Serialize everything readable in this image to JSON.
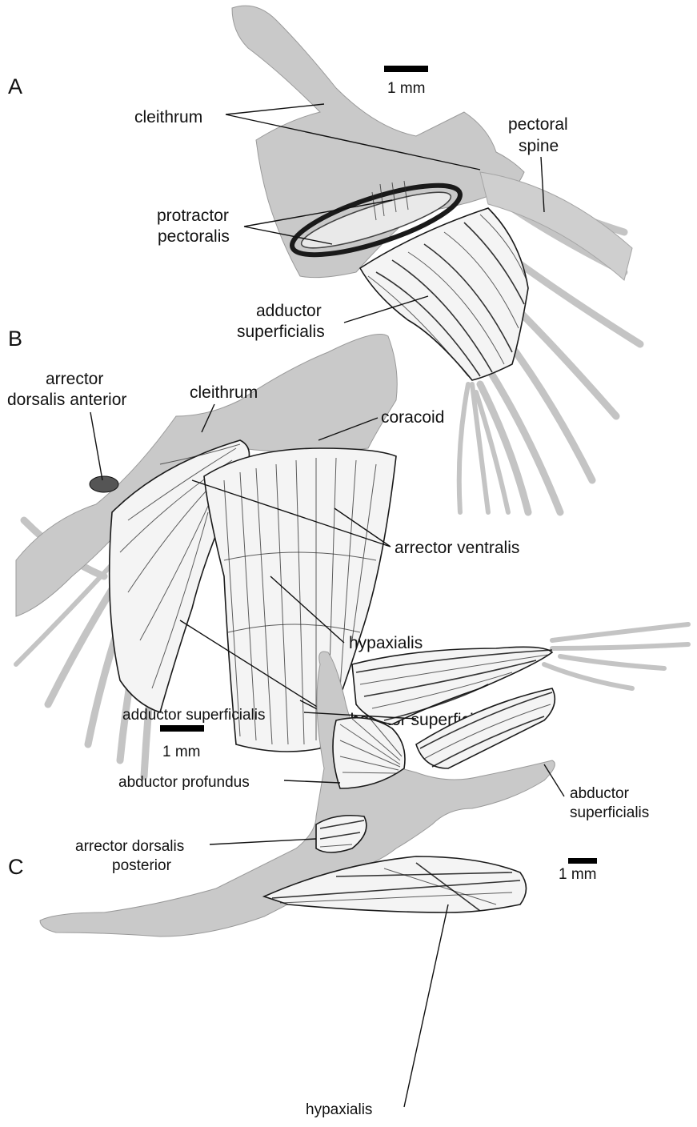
{
  "panels": {
    "A": {
      "letter": "A",
      "scale": "1 mm",
      "labels": {
        "cleithrum": "cleithrum",
        "pectoral_spine_1": "pectoral",
        "pectoral_spine_2": "spine",
        "protractor_1": "protractor",
        "protractor_2": "pectoralis",
        "adductor_1": "adductor",
        "adductor_2": "superficialis"
      }
    },
    "B": {
      "letter": "B",
      "scale": "1 mm",
      "labels": {
        "arrector_dorsalis_anterior_1": "arrector",
        "arrector_dorsalis_anterior_2": "dorsalis anterior",
        "cleithrum": "cleithrum",
        "coracoid": "coracoid",
        "arrector_ventralis": "arrector ventralis",
        "hypaxialis": "hypaxialis",
        "abductor_superficialis": "abductor superficialis"
      }
    },
    "C": {
      "letter": "C",
      "scale": "1 mm",
      "labels": {
        "adductor_superficialis": "adductor superficialis",
        "abductor_profundus": "abductor profundus",
        "abductor_superficialis_1": "abductor",
        "abductor_superficialis_2": "superficialis",
        "arrector_dorsalis_posterior_1": "arrector dorsalis",
        "arrector_dorsalis_posterior_2": "posterior",
        "hypaxialis": "hypaxialis"
      }
    }
  }
}
